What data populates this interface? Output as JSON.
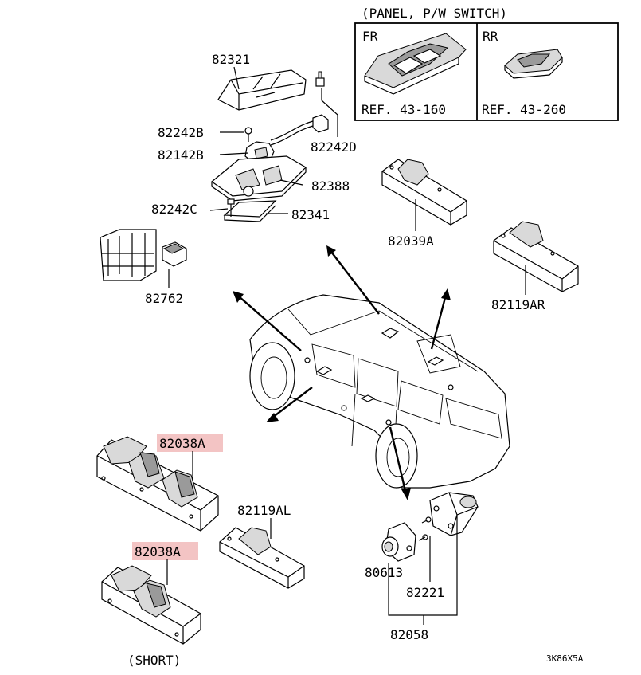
{
  "panel_box": {
    "header": "(PANEL, P/W SWITCH)",
    "fr_label": "FR",
    "rr_label": "RR",
    "fr_ref": "REF. 43-160",
    "rr_ref": "REF. 43-260"
  },
  "parts": {
    "p82321": "82321",
    "p82242B": "82242B",
    "p82142B": "82142B",
    "p82242D": "82242D",
    "p82388": "82388",
    "p82242C": "82242C",
    "p82341": "82341",
    "p82762": "82762",
    "p82039A": "82039A",
    "p82119AR": "82119AR",
    "p82038A_1": "82038A",
    "p82119AL": "82119AL",
    "p82038A_2": "82038A",
    "p80613": "80613",
    "p82221": "82221",
    "p82058": "82058"
  },
  "short_note": "(SHORT)",
  "diagram_code": "3K86X5A",
  "colors": {
    "highlight": "#f3c4c4",
    "line": "#000000"
  }
}
